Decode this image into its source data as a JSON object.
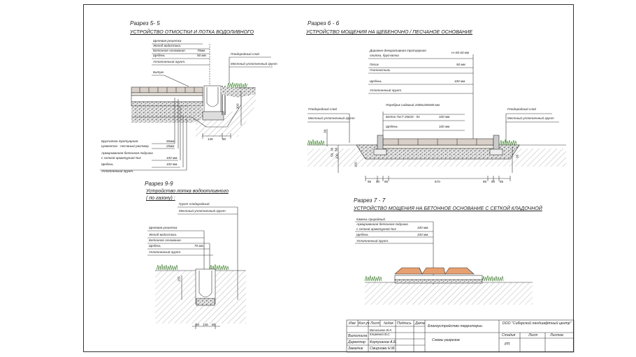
{
  "sections": {
    "s55": {
      "title": "Разрез  5- 5",
      "subtitle": "УСТРОЙСТВО ОТМОСТКИ И ЛОТКА ВОДОЛИВНОГО",
      "labels": [
        "Щелевая решетка",
        "Желоб водостока.",
        "Бетонное основание.",
        "Щебень",
        "Уплотненный грунт.",
        "Битум"
      ],
      "values": [
        "70мм",
        "50 мм."
      ],
      "right_labels": [
        "Плодородный слой",
        "Местный уплотненный грунт"
      ],
      "bottom_labels": [
        "Брусчатка тротуарная.",
        "Цементно - песчаный раствор.",
        "Армированная бетонная подушка",
        "с сеткой арматурной №4",
        "Щебень",
        "Уплотненный грунт."
      ],
      "bottom_values": [
        "50мм.",
        "20мм",
        "100 мм.",
        "100 мм."
      ],
      "dims": [
        "145",
        "80",
        "300"
      ]
    },
    "s66": {
      "title": "Разрез  6 - 6",
      "subtitle": "УСТРОЙСТВО  МОЩЕНИЯ НА ЩЕБЕНОЧНО / ПЕСЧАНОЕ ОСНОВАНИЕ",
      "labels": [
        "Дорожно-декоративная тротуарная",
        "плитка, брусчатка",
        "Песок",
        "Геотекстиль",
        "Щебень",
        "Уплотненный грунт"
      ],
      "values": [
        "Н=50 60 мм",
        "50 мм",
        "100 мм"
      ],
      "curb_labels": [
        "Поребрик садовый  1000х200х80 мм",
        "Бетон ГосТ  26633 - 91",
        "Щебень"
      ],
      "curb_values": [
        "100 мм",
        "100 мм"
      ],
      "left_labels": [
        "Плодородный слой",
        "Местный уплотненный грунт"
      ],
      "right_labels": [
        "Плодородный слой",
        "Местный уплотненный грунт"
      ],
      "dims": [
        "85",
        "80",
        "85",
        "670",
        "85",
        "80",
        "85",
        "30",
        "30",
        "50",
        "80",
        "100",
        "150",
        "30"
      ]
    },
    "s99": {
      "title": "Разрез  9-9",
      "subtitle": "Устройство  лотка водоотливного",
      "subtitle2": "( по газону) :",
      "top_labels": [
        "Грунт плодородный",
        "Местный уплотненный грунт"
      ],
      "labels": [
        "Щелевая  решетка",
        "Желоб водостока.",
        "Бетонное основание.",
        "Щебень",
        "Уплотненный грунт."
      ],
      "values": [
        "70 мм."
      ],
      "dims": [
        "80",
        "145",
        "80",
        "155"
      ]
    },
    "s77": {
      "title": "Разрез 7 - 7",
      "subtitle": "УСТРОЙСТВО  МОЩЕНИЯ НА БЕТОННОЕ ОСНОВАНИЕ С СЕТКОЙ КЛАДОЧНОЙ",
      "labels": [
        "Камень природный",
        "Армированная  бетонная подушка",
        "с сеткой арматурной №4",
        "Щебень",
        "Уплотненный грунт."
      ],
      "values": [
        "100 мм.",
        "100 мм."
      ]
    }
  },
  "stamp": {
    "headers": [
      "Изм",
      "Кол.уч",
      "Лист",
      "№док",
      "Подпись",
      "Дата"
    ],
    "roles": [
      "Выполнила",
      "Директор",
      "Заказчик"
    ],
    "names": [
      "Васильева Ж.К.",
      "Клименко В.С.",
      "Корчуганов А.Б.",
      "Смирнова Н.М."
    ],
    "project": "Благоустройство территории",
    "drawing": "Схемы разрезов",
    "company": "ООО \"Сибирский ландшафтный центр\"",
    "cols": [
      "Стадия",
      "Лист",
      "Листов"
    ],
    "stage": "РП"
  },
  "colors": {
    "brick": "#e8a070",
    "paver": "#d9d0c9",
    "gravel": "#b8b8b8",
    "grass": "#4a8a3a"
  }
}
